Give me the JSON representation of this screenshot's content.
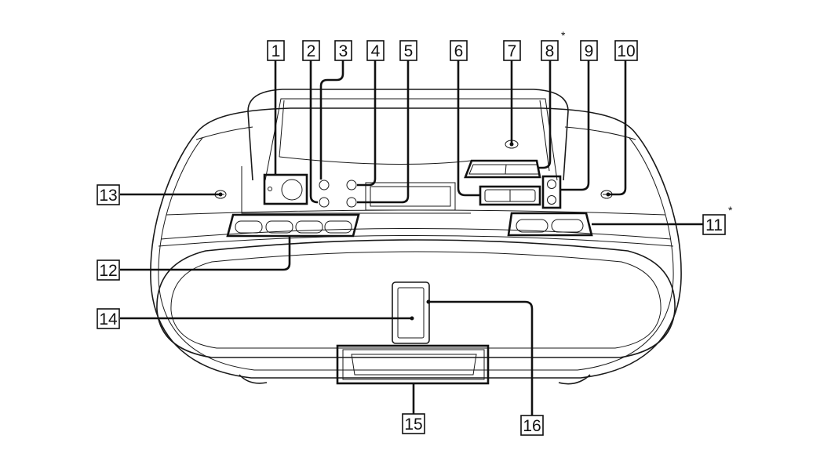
{
  "diagram": {
    "callouts": [
      {
        "id": "c1",
        "text": "1"
      },
      {
        "id": "c2",
        "text": "2"
      },
      {
        "id": "c3",
        "text": "3"
      },
      {
        "id": "c4",
        "text": "4"
      },
      {
        "id": "c5",
        "text": "5"
      },
      {
        "id": "c6",
        "text": "6"
      },
      {
        "id": "c7",
        "text": "7"
      },
      {
        "id": "c8",
        "text": "8",
        "asterisk": "*"
      },
      {
        "id": "c9",
        "text": "9"
      },
      {
        "id": "c10",
        "text": "10"
      },
      {
        "id": "c11",
        "text": "11",
        "asterisk": "*"
      },
      {
        "id": "c12",
        "text": "12"
      },
      {
        "id": "c13",
        "text": "13"
      },
      {
        "id": "c14",
        "text": "14"
      },
      {
        "id": "c15",
        "text": "15"
      },
      {
        "id": "c16",
        "text": "16"
      }
    ]
  }
}
